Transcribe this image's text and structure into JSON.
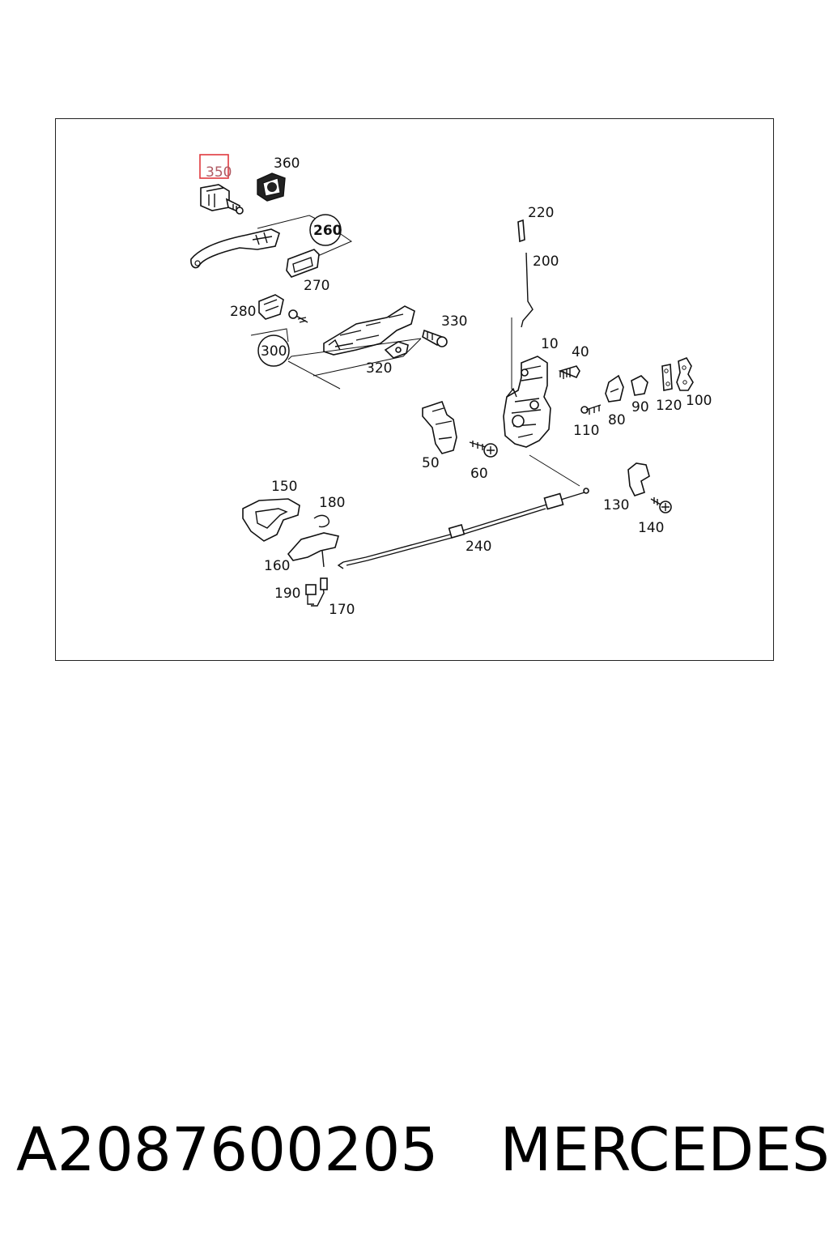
{
  "diagram": {
    "highlighted_part": "350",
    "parts": [
      {
        "id": "350"
      },
      {
        "id": "360"
      },
      {
        "id": "260"
      },
      {
        "id": "270"
      },
      {
        "id": "280"
      },
      {
        "id": "330"
      },
      {
        "id": "300"
      },
      {
        "id": "320"
      },
      {
        "id": "220"
      },
      {
        "id": "200"
      },
      {
        "id": "10"
      },
      {
        "id": "40"
      },
      {
        "id": "90"
      },
      {
        "id": "120"
      },
      {
        "id": "100"
      },
      {
        "id": "110"
      },
      {
        "id": "80"
      },
      {
        "id": "50"
      },
      {
        "id": "60"
      },
      {
        "id": "150"
      },
      {
        "id": "180"
      },
      {
        "id": "160"
      },
      {
        "id": "190"
      },
      {
        "id": "170"
      },
      {
        "id": "240"
      },
      {
        "id": "130"
      },
      {
        "id": "140"
      }
    ],
    "colors": {
      "highlight": "#e0393e",
      "ink": "#111111"
    }
  },
  "footer": {
    "part_number": "A2087600205",
    "brand": "MERCEDES"
  }
}
